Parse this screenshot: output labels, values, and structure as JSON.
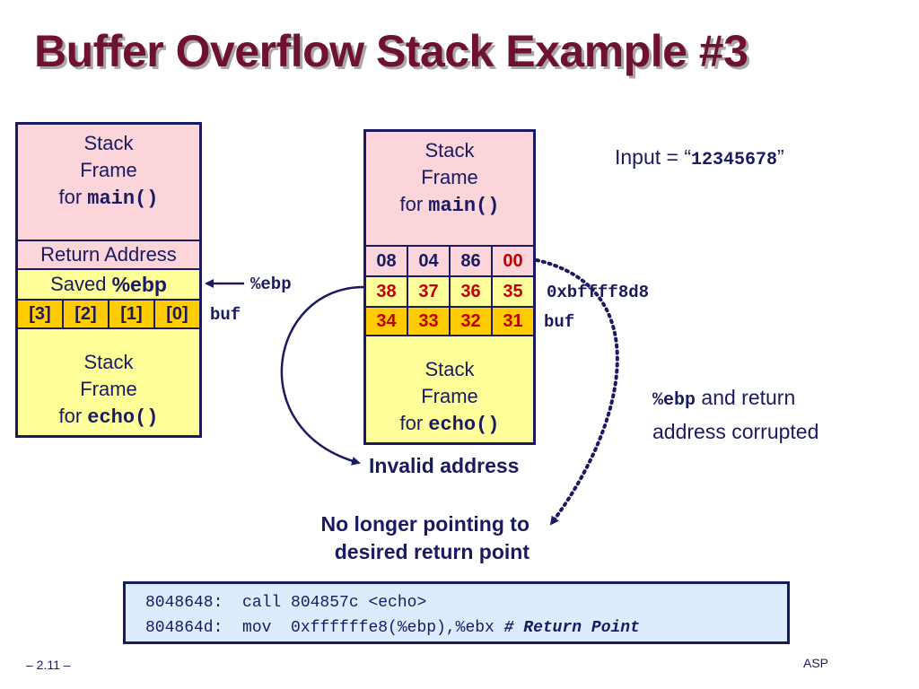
{
  "title": "Buffer Overflow Stack Example #3",
  "left_stack": {
    "main_frame": [
      "Stack",
      "Frame",
      "for "
    ],
    "main_fn": "main()",
    "return_address": "Return Address",
    "saved_prefix": "Saved ",
    "saved_reg": "%ebp",
    "buf_cells": [
      "[3]",
      "[2]",
      "[1]",
      "[0]"
    ],
    "echo_frame": [
      "Stack",
      "Frame",
      "for "
    ],
    "echo_fn": "echo()",
    "ebp_label": "%ebp",
    "buf_label": "buf"
  },
  "right_stack": {
    "main_frame": [
      "Stack",
      "Frame",
      "for "
    ],
    "main_fn": "main()",
    "row_return": [
      "08",
      "04",
      "86",
      "00"
    ],
    "row_saved": [
      "38",
      "37",
      "36",
      "35"
    ],
    "row_buf": [
      "34",
      "33",
      "32",
      "31"
    ],
    "echo_frame": [
      "Stack",
      "Frame",
      "for "
    ],
    "echo_fn": "echo()",
    "addr_label": "0xbffff8d8",
    "buf_label": "buf"
  },
  "input": {
    "prefix": "Input = “",
    "value": "12345678",
    "suffix": "”"
  },
  "corrupted_note": {
    "reg": "%ebp",
    "line1_rest": " and return",
    "line2": "address corrupted"
  },
  "invalid_address": "Invalid address",
  "no_longer": [
    "No longer pointing to",
    "desired return point"
  ],
  "code": {
    "line1": "8048648:  call 804857c <echo>",
    "line2_main": "804864d:  mov  0xffffffe8(%ebp),%ebx ",
    "line2_comment": "# Return Point"
  },
  "footer": {
    "left": "– 2.11 –",
    "right": "ASP"
  },
  "colors": {
    "title": "#6e1230",
    "pink": "#fbd5d9",
    "yellow": "#ffff99",
    "orange": "#ffcc00",
    "border": "#1a1a60",
    "highlight": "#c00000",
    "code_bg": "#dcecfc"
  }
}
